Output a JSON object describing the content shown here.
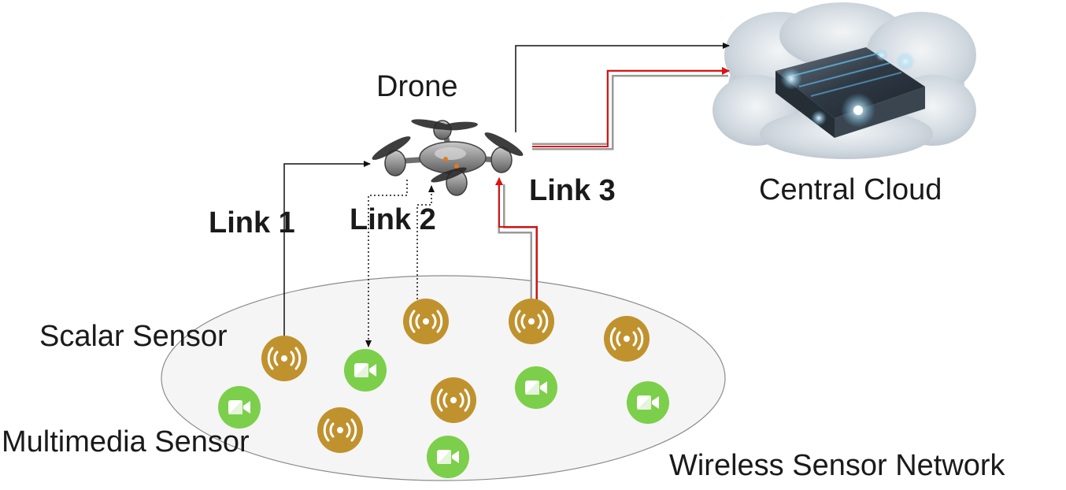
{
  "labels": {
    "drone": "Drone",
    "central_cloud": "Central Cloud",
    "link1": "Link 1",
    "link2": "Link 2",
    "link3": "Link 3",
    "scalar_sensor": "Scalar Sensor",
    "multimedia_sensor": "Multimedia Sensor",
    "wsn": "Wireless Sensor Network"
  },
  "colors": {
    "scalar_sensor": "#c0922e",
    "multimedia_sensor": "#7ccf4a",
    "primary_path": "#e01010",
    "path_halo": "#9a9a9a",
    "arrow": "#111111",
    "network_fill": "#f5f5f5",
    "cloud": "#d6dde3",
    "server": "#3b4652"
  },
  "icons": {
    "scalar": "wireless-signal-icon",
    "multimedia": "video-camera-icon",
    "drone": "quadcopter-icon",
    "cloud": "cloud-server-icon"
  },
  "sensor_counts": {
    "scalar": 6,
    "multimedia": 5
  }
}
